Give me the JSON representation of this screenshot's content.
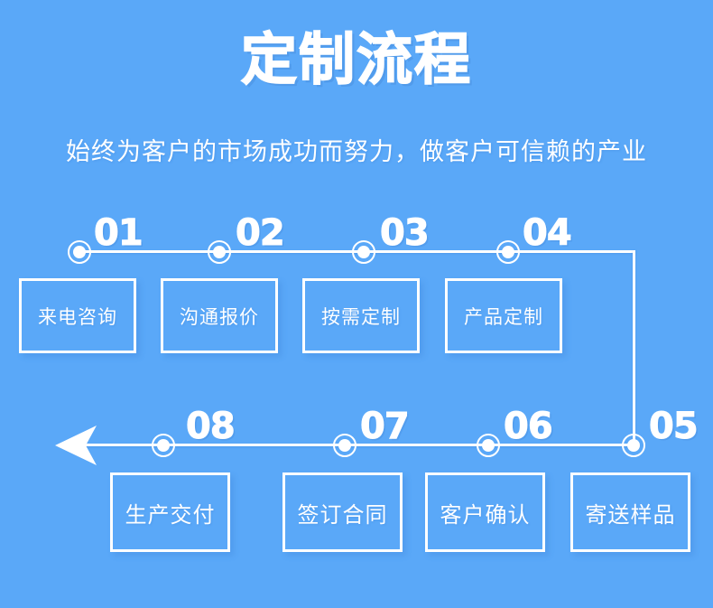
{
  "header": {
    "title": "定制流程",
    "subtitle": "始终为客户的市场成功而努力，做客户可信赖的产业"
  },
  "colors": {
    "background": "#5aa8f8",
    "foreground": "#ffffff",
    "shadow": "#4a8edb"
  },
  "flow": {
    "direction_top": "left-to-right",
    "direction_bottom": "right-to-left",
    "arrow": "arrow-left",
    "top_steps": [
      {
        "number": "01",
        "label": "来电咨询"
      },
      {
        "number": "02",
        "label": "沟通报价"
      },
      {
        "number": "03",
        "label": "按需定制"
      },
      {
        "number": "04",
        "label": "产品定制"
      }
    ],
    "bottom_steps": [
      {
        "number": "05",
        "label": "寄送样品"
      },
      {
        "number": "06",
        "label": "客户确认"
      },
      {
        "number": "07",
        "label": "签订合同"
      },
      {
        "number": "08",
        "label": "生产交付"
      }
    ]
  }
}
